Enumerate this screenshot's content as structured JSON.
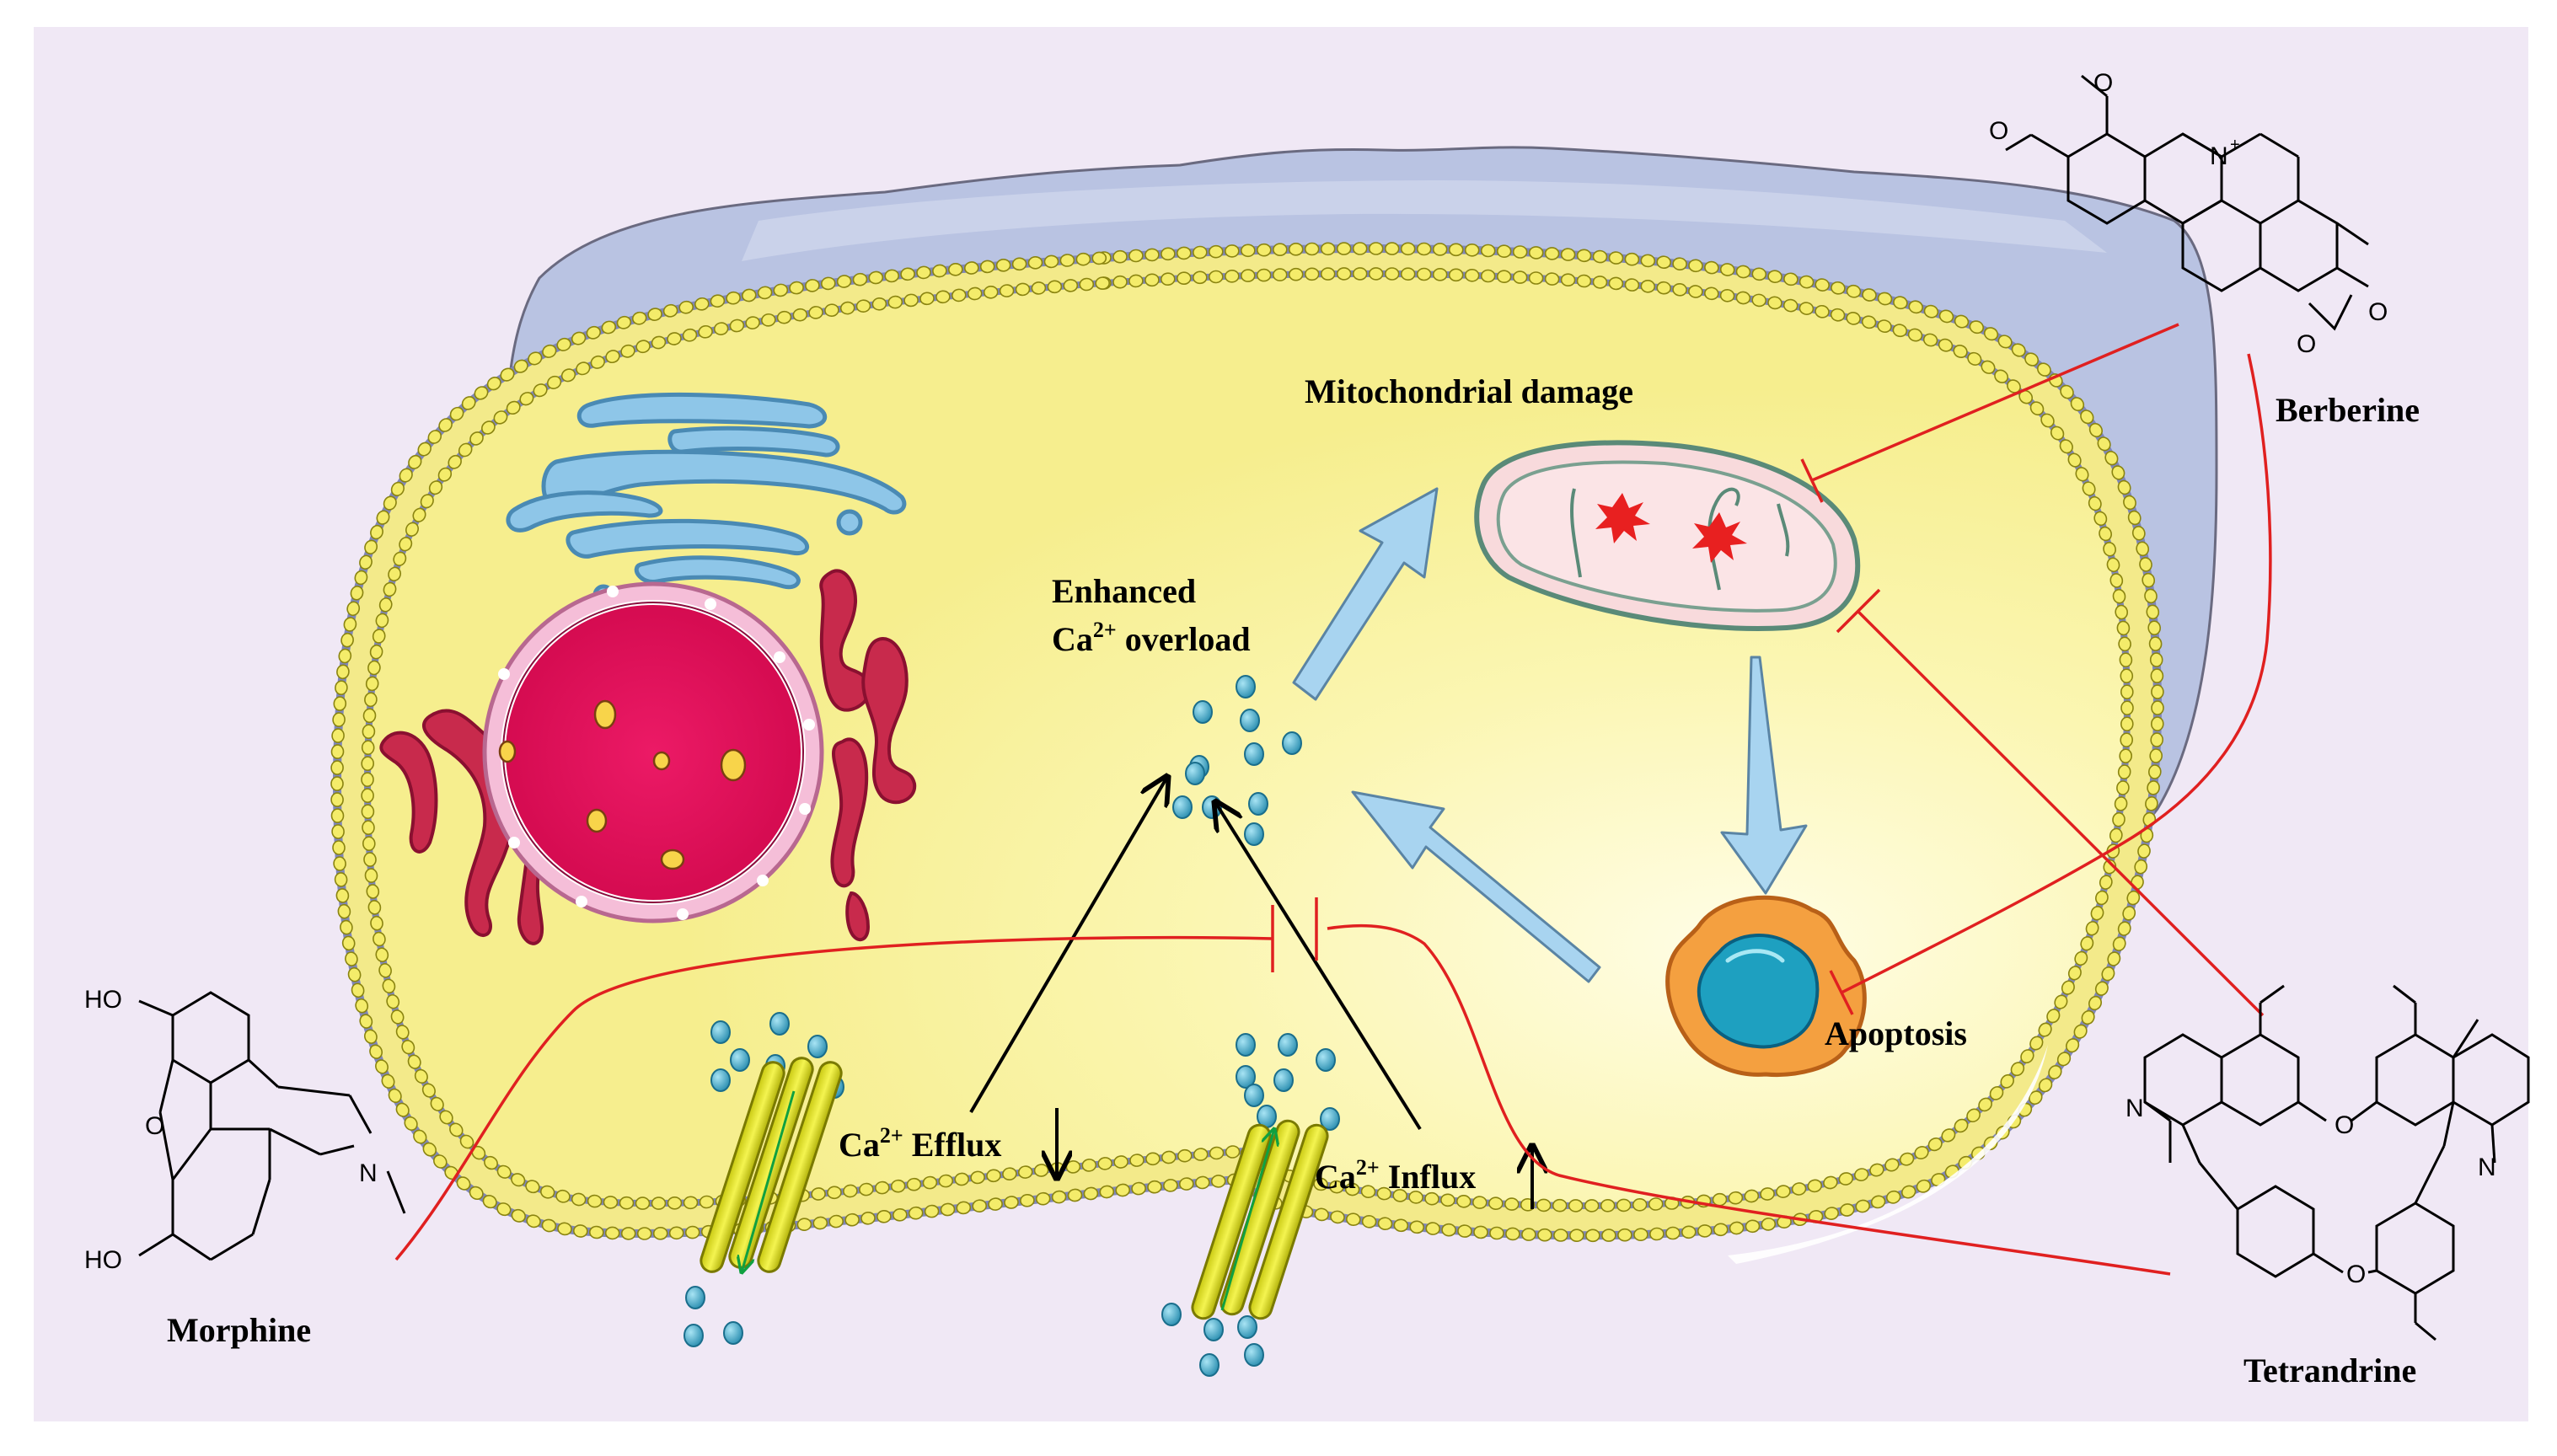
{
  "labels": {
    "mitochondrial_damage": "Mitochondrial damage",
    "enhanced_line1": "Enhanced",
    "enhanced_ca": "Ca",
    "enhanced_sup": "2+",
    "enhanced_rest": " overload",
    "efflux_ca": "Ca",
    "efflux_sup": "2+",
    "efflux_rest": " Efflux",
    "influx_ca": "Ca",
    "influx_sup": "2+",
    "influx_rest": " Influx",
    "apoptosis": "Apoptosis"
  },
  "drugs": {
    "berberine": "Berberine",
    "tetrandrine": "Tetrandrine",
    "morphine": "Morphine"
  },
  "atoms": {
    "oxygen": "O",
    "nitrogen": "N",
    "nitrogen_plus": "+",
    "hydroxyl": "HO"
  },
  "colors": {
    "background": "#f0e8f5",
    "cytoplasm": "#faf5a8",
    "outer_membrane": "#b8c4e0",
    "nucleus": "#e8105a",
    "er": "#c8284a",
    "golgi": "#7ab8dc",
    "mitochondrion": "#fadcdc",
    "calcium": "#3aa0c0",
    "channel": "#e0e020",
    "flow_arrow": "#a8d4f0",
    "inhibition": "#e02020"
  }
}
